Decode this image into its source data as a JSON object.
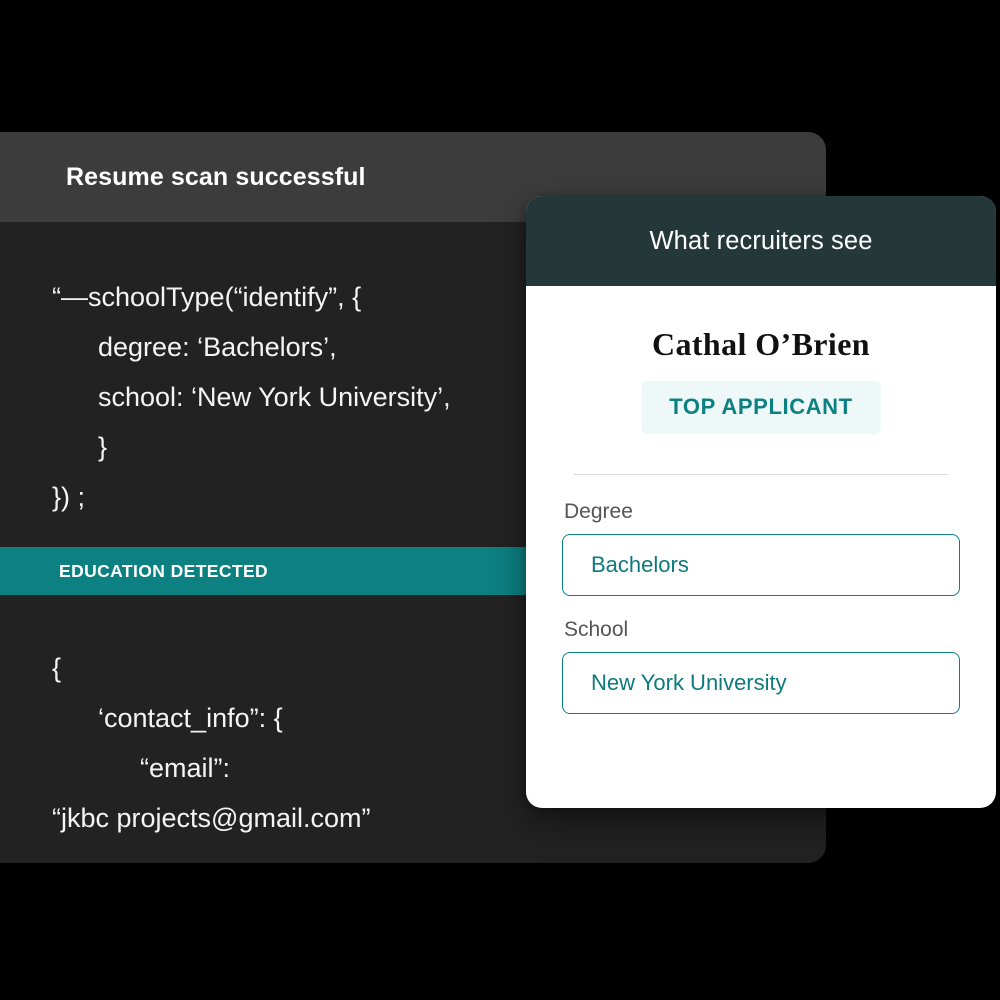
{
  "code_panel": {
    "title": "Resume scan successful",
    "lines_top": [
      {
        "text": "“—schoolType(“identify”, {",
        "indent": 0
      },
      {
        "text": "degree: ‘Bachelors’,",
        "indent": 1
      },
      {
        "text": "school: ‘New York University’,",
        "indent": 1
      },
      {
        "text": "}",
        "indent": 1
      },
      {
        "text": "}) ;",
        "indent": 0
      }
    ],
    "banner_label": "EDUCATION DETECTED",
    "lines_bottom": [
      {
        "text": "{",
        "indent": 0
      },
      {
        "text": "‘contact_info”: {",
        "indent": 1
      },
      {
        "text": "“email”:",
        "indent": 2
      },
      {
        "text": "“jkbc projects@gmail.com”",
        "indent": 0
      }
    ]
  },
  "recruiter_card": {
    "header_title": "What recruiters see",
    "applicant_name": "Cathal O’Brien",
    "badge_label": "TOP APPLICANT",
    "fields": [
      {
        "label": "Degree",
        "value": "Bachelors"
      },
      {
        "label": "School",
        "value": "New York University"
      }
    ]
  },
  "colors": {
    "page_background": "#000000",
    "code_card_header": "#3c3c3c",
    "code_card_body": "#222222",
    "teal_accent": "#0d8182",
    "recruiter_header": "#24383a",
    "badge_background": "#eef8f8",
    "card_surface": "#ffffff"
  }
}
